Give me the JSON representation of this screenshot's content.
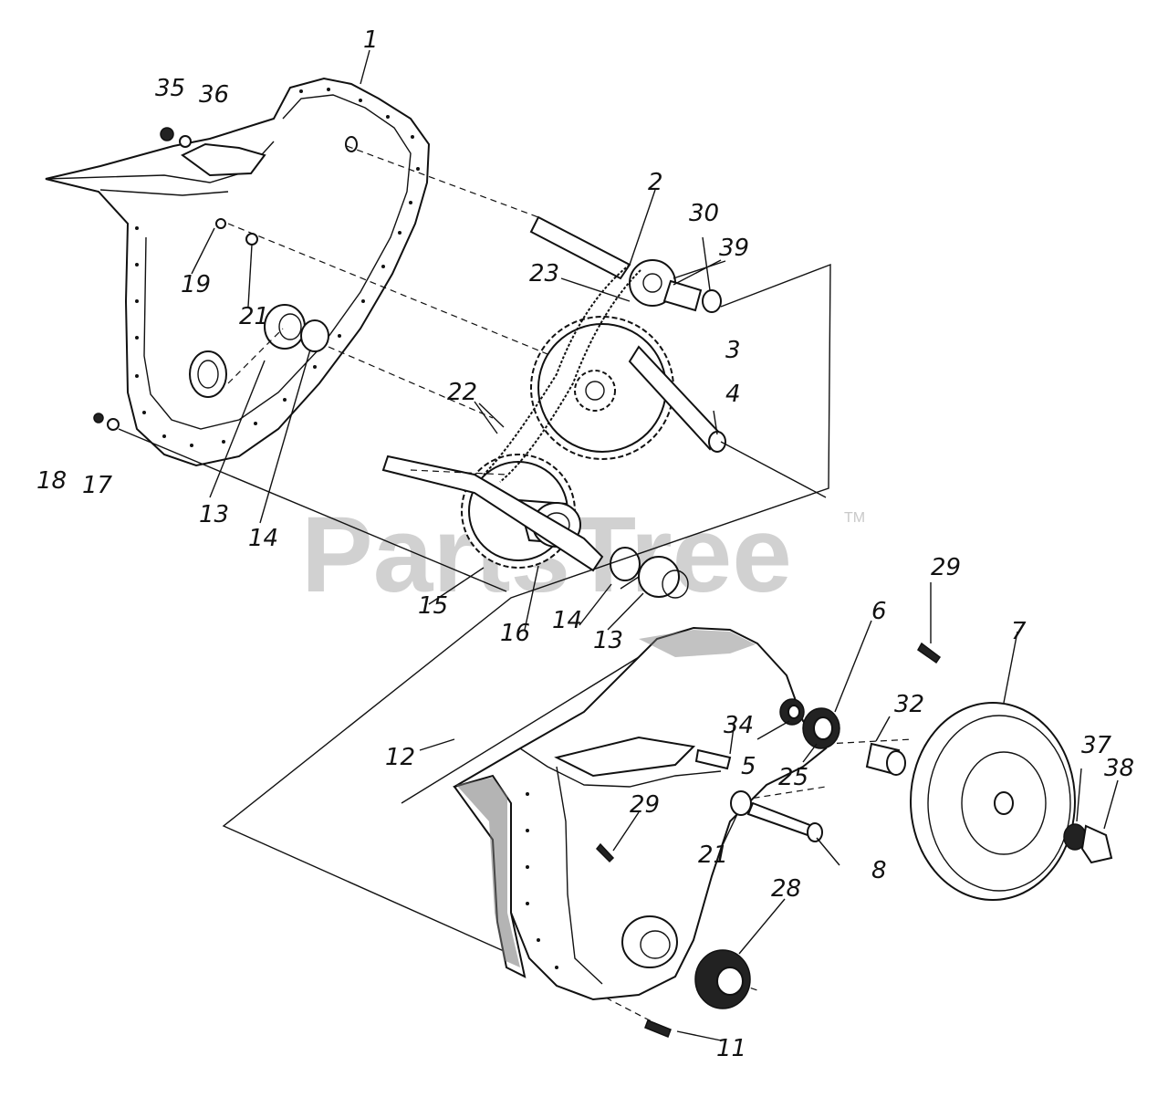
{
  "watermark": {
    "brand": "PartsTree",
    "trademark": "TM"
  },
  "callouts": {
    "p1": "1",
    "p2": "2",
    "p3": "3",
    "p4": "4",
    "p5": "5",
    "p6": "6",
    "p7": "7",
    "p8": "8",
    "p11": "11",
    "p12": "12",
    "p13a": "13",
    "p13b": "13",
    "p14a": "14",
    "p14b": "14",
    "p15": "15",
    "p16": "16",
    "p17": "17",
    "p18": "18",
    "p19": "19",
    "p21a": "21",
    "p21b": "21",
    "p22": "22",
    "p23": "23",
    "p25": "25",
    "p28": "28",
    "p29a": "29",
    "p29b": "29",
    "p30": "30",
    "p32": "32",
    "p34": "34",
    "p35": "35",
    "p36": "36",
    "p37": "37",
    "p38": "38",
    "p39": "39"
  },
  "icons": [
    "chain-sprocket-icon",
    "pulley-icon",
    "housing-icon"
  ]
}
